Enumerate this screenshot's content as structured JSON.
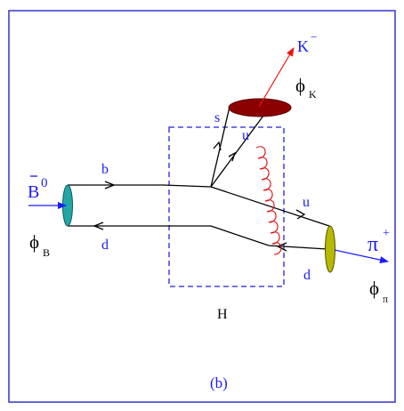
{
  "figure": {
    "panel_label": "(b)",
    "hard_box_label": "H",
    "particles": {
      "b0": "0",
      "k_minus": "K",
      "k_minus_sup": "−",
      "pi_plus": "π",
      "pi_plus_sup": "+"
    },
    "wavefunctions": {
      "phi_b": "ϕ",
      "phi_b_sub": "B",
      "phi_k": "ϕ",
      "phi_k_sub": "K",
      "phi_pi": "ϕ",
      "phi_pi_sub": "π"
    },
    "quarks": {
      "b": "b",
      "d_lower": "d",
      "s": "s",
      "u_upper": "u",
      "u_right": "u",
      "d_right": "d"
    }
  },
  "colors": {
    "frame": "#3333cc",
    "text_blue": "#1a1aff",
    "quark_lines": "#000000",
    "box_dash": "#2222dd",
    "gluon": "#dd1111",
    "kaon_blob": "#8b0000",
    "kaon_arrow": "#ee1111",
    "b_meson_blob": "#22a6a6",
    "pi_meson_blob": "#b8b800",
    "meson_arrow": "#1a1aff"
  }
}
